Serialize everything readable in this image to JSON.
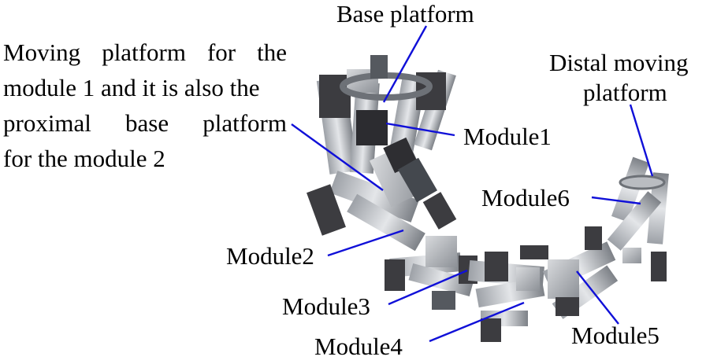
{
  "labels": {
    "base_platform": "Base platform",
    "moving_platform_desc": [
      "Moving platform for the",
      "module 1 and it is also the",
      "proximal base platform",
      "for the module 2"
    ],
    "distal_line1": "Distal moving",
    "distal_line2": "platform",
    "module1": "Module1",
    "module2": "Module2",
    "module3": "Module3",
    "module4": "Module4",
    "module5": "Module5",
    "module6": "Module6"
  },
  "colors": {
    "leader_line": "#1010d8",
    "text": "#000000",
    "metal_dark": "#3c3c40",
    "metal_mid": "#8a8e94",
    "metal_light": "#c9ccd1"
  }
}
